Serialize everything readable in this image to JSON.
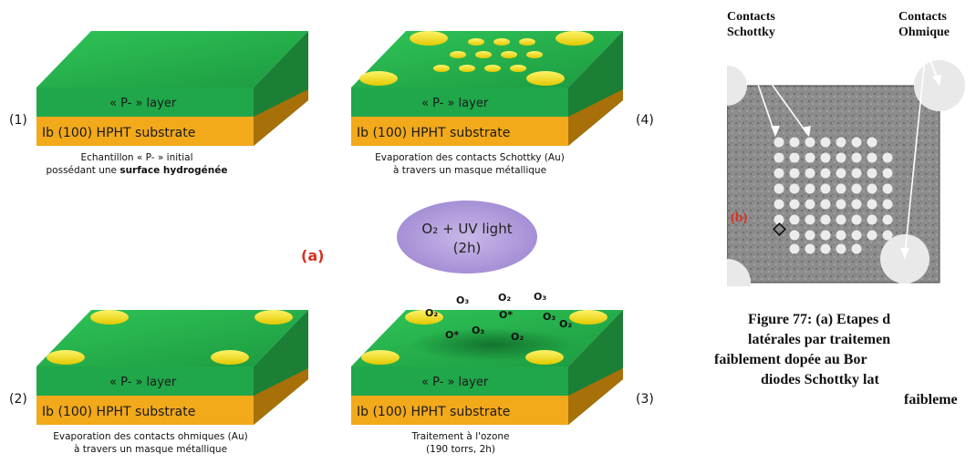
{
  "label_a": "(a)",
  "label_b": "(b)",
  "uv_cloud": {
    "line1": "O₂ + UV light",
    "line2": "(2h)"
  },
  "steps": [
    {
      "num": "(1)",
      "layer": "« P- » layer",
      "substrate": "Ib (100) HPHT  substrate",
      "caption_l1": "Echantillon « P- » initial",
      "caption_l2a": "possédant une ",
      "caption_l2b": "surface hydrogénée"
    },
    {
      "num": "(2)",
      "layer": "« P- » layer",
      "substrate": "Ib (100) HPHT  substrate",
      "caption_l1": "Evaporation des contacts ohmiques (Au)",
      "caption_l2": "à travers un masque métallique"
    },
    {
      "num": "(3)",
      "layer": "« P- » layer",
      "substrate": "Ib (100) HPHT  substrate",
      "caption_l1": "Traitement à l'ozone",
      "caption_l2": "(190 torrs, 2h)"
    },
    {
      "num": "(4)",
      "layer": "« P- » layer",
      "substrate": "Ib (100) HPHT  substrate",
      "caption_l1": "Evaporation des contacts Schottky (Au)",
      "caption_l2": "à travers un masque métallique"
    }
  ],
  "ozone_labels": [
    "O₃",
    "O₂",
    "O₃",
    "O₂",
    "O*",
    "O₃",
    "O₂",
    "O*",
    "O₃",
    "O₂"
  ],
  "right": {
    "schottky_l1": "Contacts",
    "schottky_l2": "Schottky",
    "ohmic_l1": "Contacts",
    "ohmic_l2": "Ohmique",
    "figure_caption": [
      "Figure 77: (a) Etapes d",
      "latérales par traitemen",
      "faiblement dopée au Bor",
      "diodes Schottky lat",
      "faibleme"
    ]
  },
  "colors": {
    "green_top": "#22b14c",
    "green_side": "#1e8a3a",
    "substrate": "#f2a91a",
    "substrate_side": "#b57a0c",
    "gold": "#f5e600",
    "label_a": "#d9301e"
  }
}
